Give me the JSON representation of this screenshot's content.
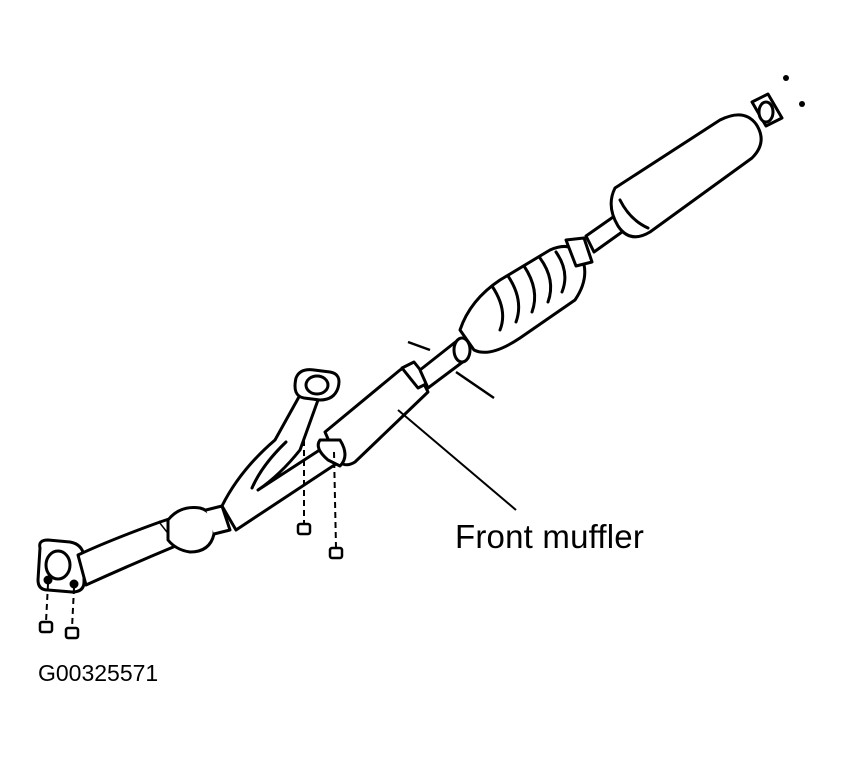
{
  "diagram": {
    "callout_label": "Front muffler",
    "figure_id": "G00325571",
    "colors": {
      "line": "#000000",
      "background": "#ffffff"
    },
    "parts": [
      "exhaust-manifold-flange",
      "front-pipe",
      "front-muffler",
      "catalytic-converter",
      "rear-muffler",
      "tail-flange",
      "nuts",
      "bolts"
    ]
  }
}
